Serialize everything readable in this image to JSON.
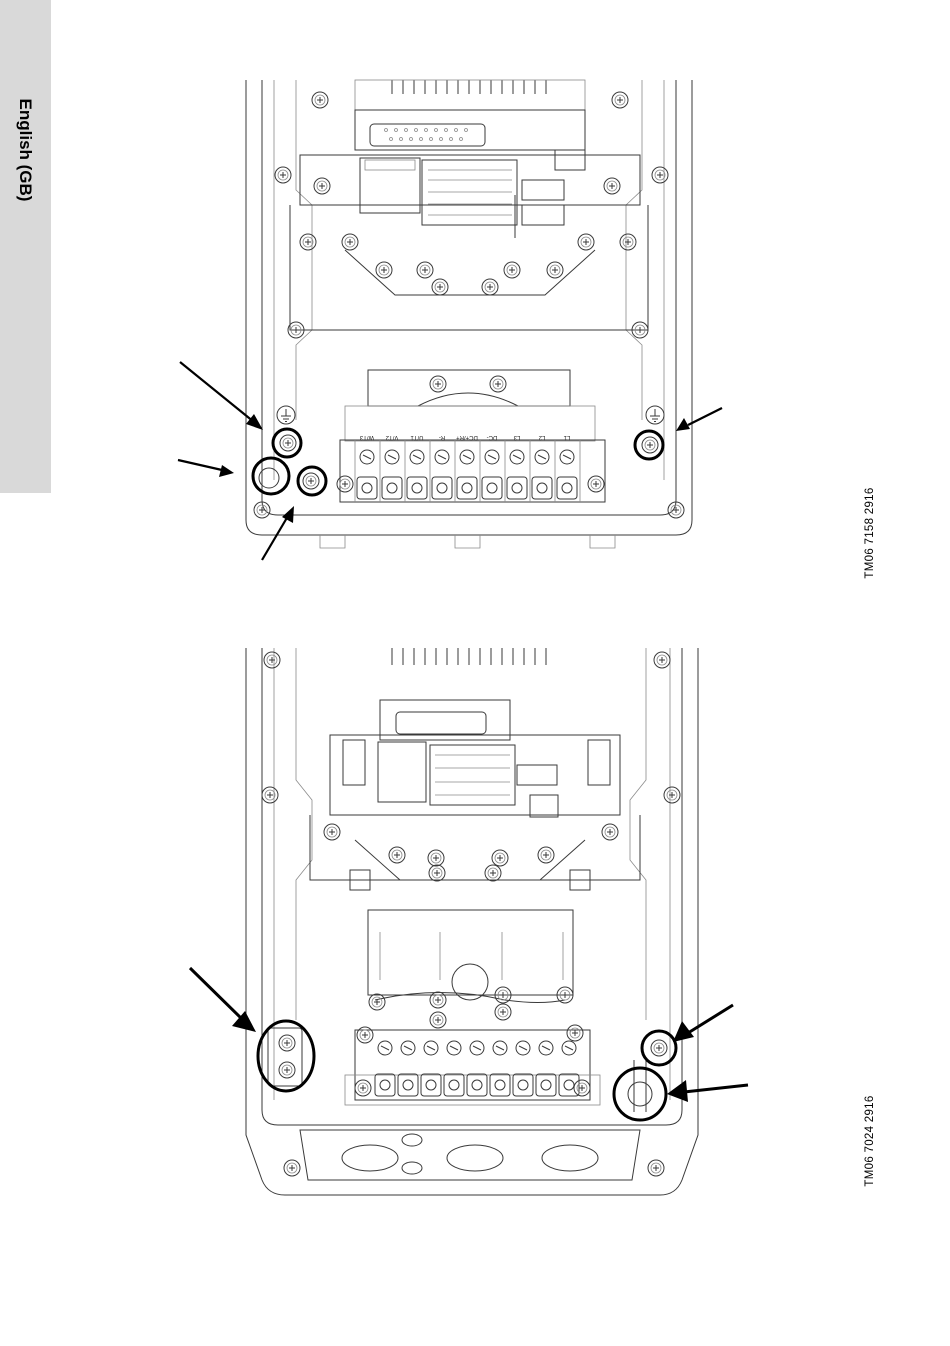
{
  "side_tab": {
    "label": "English (GB)"
  },
  "figures": [
    {
      "code": "TM06 7158 2916"
    },
    {
      "code": "TM06 7024 2916"
    }
  ],
  "terminal_labels": [
    "W/T3",
    "V/T2",
    "U/T1",
    "R-",
    "DC+/R+",
    "DC-",
    "L3",
    "L2",
    "L1"
  ],
  "colors": {
    "tab_background": "#d9d9d9",
    "highlight": "#000000"
  },
  "icons": [
    "ground-symbol-icon",
    "screw-icon",
    "arrow-icon",
    "highlight-circle"
  ]
}
